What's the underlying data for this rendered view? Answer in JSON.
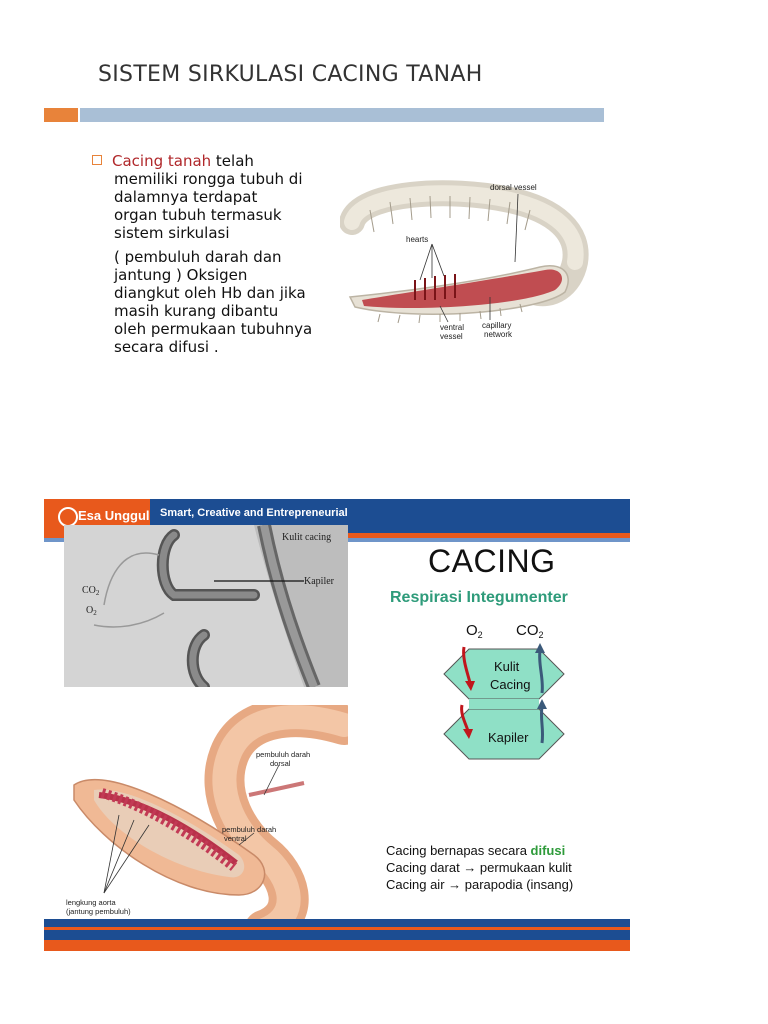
{
  "slide1": {
    "title": "SISTEM SIRKULASI CACING TANAH",
    "text_highlight": "Cacing tanah",
    "text_line1_rest": " telah",
    "text_line2": "memiliki rongga tubuh di",
    "text_line3": "dalamnya terdapat",
    "text_line4": "organ tubuh termasuk",
    "text_line5": "sistem sirkulasi",
    "text_p2_line1": "( pembuluh darah dan",
    "text_p2_line2": "jantung ) Oksigen",
    "text_p2_line3": "diangkut oleh Hb dan jika",
    "text_p2_line4": "masih kurang dibantu",
    "text_p2_line5": "oleh permukaan tubuhnya",
    "text_p2_line6": "secara difusi .",
    "figure_labels": {
      "dorsal": "dorsal vessel",
      "hearts": "hearts",
      "ventral1": "ventral",
      "ventral2": "vessel",
      "capillary1": "capillary",
      "capillary2": "network"
    }
  },
  "slide2": {
    "logo": "Esa Unggul",
    "tagline": "Smart, Creative and Entrepreneurial",
    "title": "CACING",
    "subtitle": "Respirasi Integumenter",
    "skin_labels": {
      "kulit": "Kulit cacing",
      "kapiler": "Kapiler",
      "co2": "CO",
      "co2_sub": "2",
      "o2": "O",
      "o2_sub": "2"
    },
    "worm_labels": {
      "dorsal1": "pembuluh darah",
      "dorsal2": "dorsal",
      "ventral1": "pembuluh darah",
      "ventral2": "ventral",
      "aorta1": "lengkung aorta",
      "aorta2": "(jantung pembuluh)"
    },
    "diagram": {
      "o2": "O",
      "o2_sub": "2",
      "co2": "CO",
      "co2_sub": "2",
      "top_line1": "Kulit",
      "top_line2": "Cacing",
      "bottom": "Kapiler"
    },
    "notes": {
      "line1_prefix": "Cacing bernapas secara ",
      "line1_highlight": "difusi",
      "line2": "Cacing darat → permukaan kulit",
      "line3": "Cacing air → parapodia (insang)"
    },
    "colors": {
      "header_blue": "#1c4d92",
      "accent_orange": "#e8591c",
      "hex_fill": "#8fe0c6",
      "arrow_red": "#c0161c",
      "arrow_blue": "#3b5a7a",
      "green_text": "#2e9b7a"
    }
  }
}
